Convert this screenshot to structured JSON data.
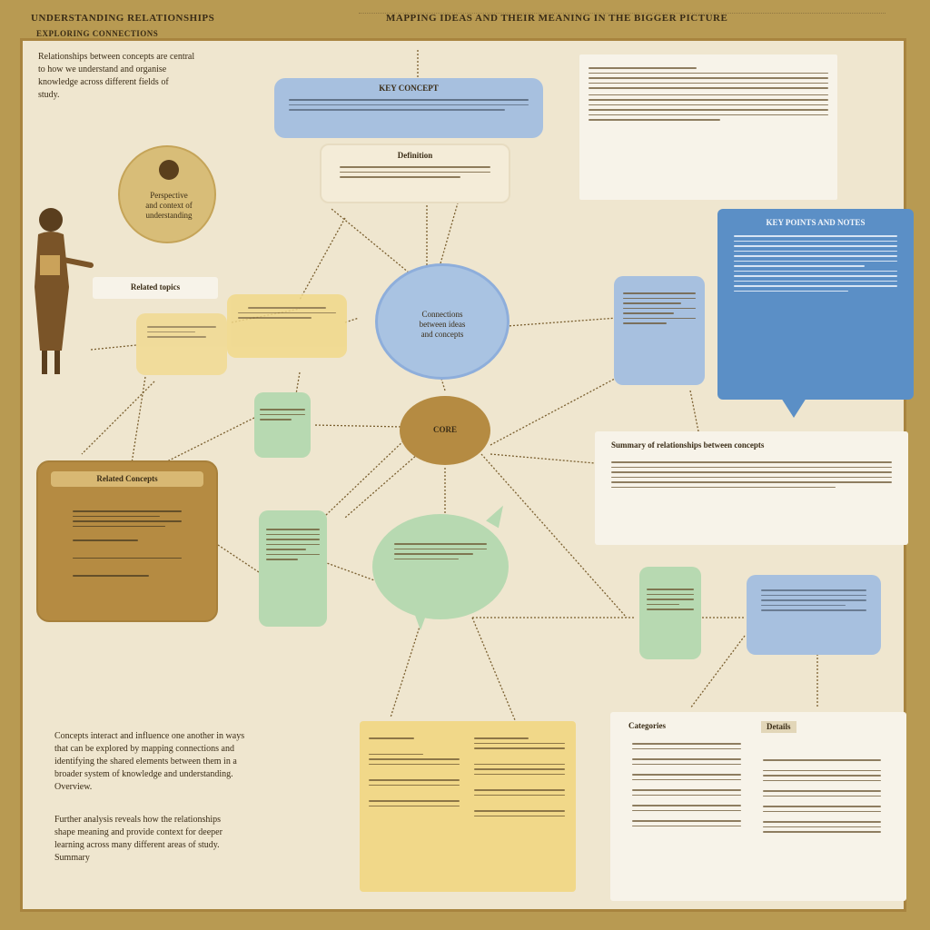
{
  "header": {
    "left_title": "UNDERSTANDING RELATIONSHIPS",
    "left_subtitle": "EXPLORING CONNECTIONS",
    "right_title": "MAPPING IDEAS AND THEIR MEANING IN THE BIGGER PICTURE"
  },
  "intro": {
    "lines": [
      "Relationships between concepts are central",
      "to how we understand and organise",
      "knowledge across different fields of",
      "study."
    ]
  },
  "center": {
    "label": "CORE"
  },
  "blue_circle": {
    "lines": [
      "Connections",
      "between ideas",
      "and concepts"
    ]
  },
  "top_blue_box": {
    "title": "KEY CONCEPT"
  },
  "top_cream_box": {
    "title": "Definition"
  },
  "medallion": {
    "lines": [
      "Perspective",
      "and context of",
      "understanding"
    ]
  },
  "label_box": {
    "text": "Related topics"
  },
  "right_blue_callout": {
    "title": "KEY POINTS AND NOTES"
  },
  "right_text_box": {
    "title": "Summary of relationships between concepts"
  },
  "brown_box": {
    "title": "Related Concepts"
  },
  "bottom_text": {
    "p1": [
      "Concepts interact and influence one another in ways",
      "that can be explored by mapping connections and",
      "identifying the shared elements between them in a",
      "broader system of knowledge and understanding.",
      "Overview."
    ],
    "p2": [
      "Further analysis reveals how the relationships",
      "shape meaning and provide context for deeper",
      "learning across many different areas of study.",
      "Summary"
    ]
  },
  "bottom_right_table": {
    "col1": "Categories",
    "col2": "Details"
  },
  "colors": {
    "blue": "#a7c0df",
    "green": "#b7d9b1",
    "yellow": "#f1d889",
    "brown": "#b58b42",
    "cream": "#efe6cf"
  }
}
